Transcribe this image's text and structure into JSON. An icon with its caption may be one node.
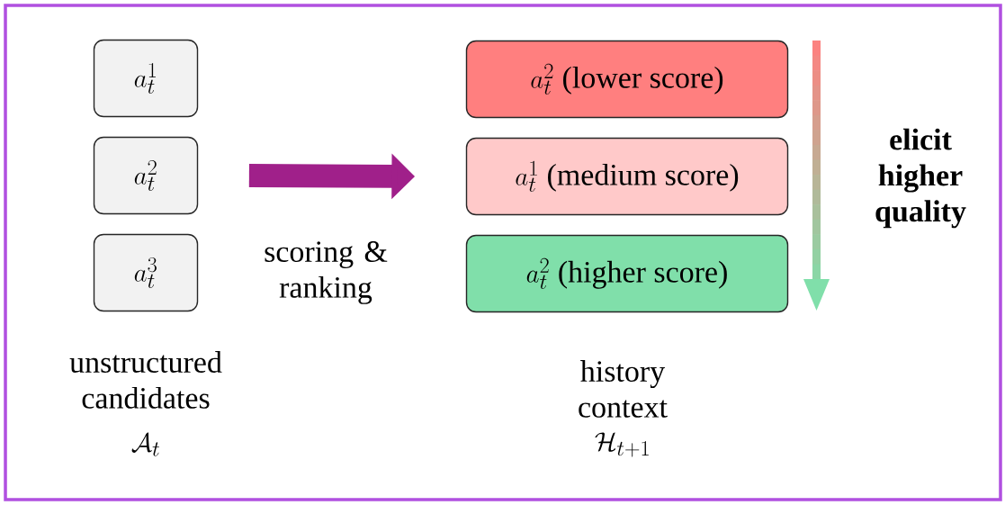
{
  "diagram": {
    "nodes": [
      {
        "text": [
          "a_t^1"
        ]
      },
      {
        "text": [
          "a_t^2"
        ]
      },
      {
        "text": [
          "a_t^3"
        ]
      },
      {
        "text": [
          "a_t^2",
          "(lower score)"
        ]
      },
      {
        "text": [
          "a_t^1",
          "(medium score)"
        ]
      },
      {
        "text": [
          "a_t^2",
          "(higher score)"
        ]
      }
    ],
    "edges": [
      {
        "from": 1,
        "to": 4,
        "arrow": "to",
        "label": "scoring & ranking"
      }
    ],
    "labels": [
      "unstructured candidates",
      "\\mathcal{A}_t",
      "history context",
      "\\mathcal{H}_{t+1}",
      "elicit higher quality"
    ]
  }
}
